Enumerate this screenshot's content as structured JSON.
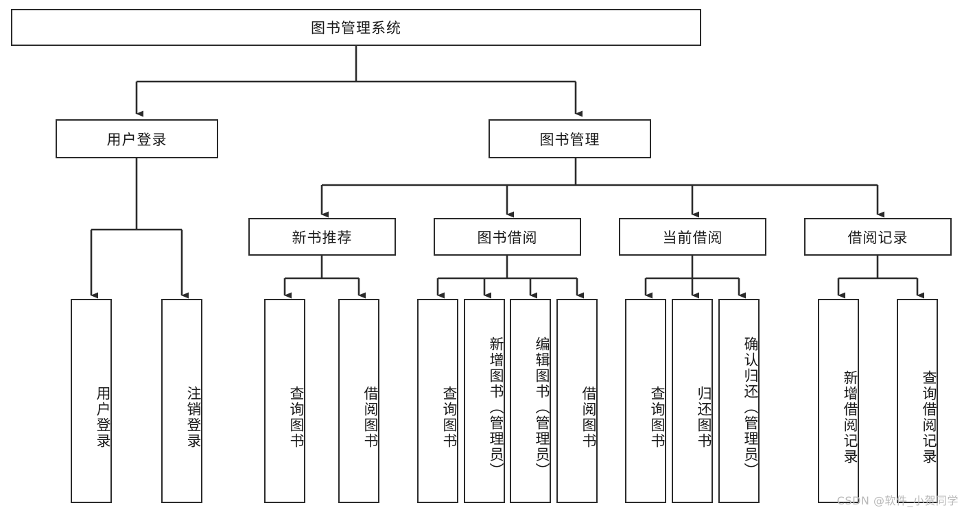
{
  "diagram": {
    "title": "图书管理系统",
    "root": {
      "label": "图书管理系统"
    },
    "level2": [
      {
        "label": "用户登录"
      },
      {
        "label": "图书管理"
      }
    ],
    "level3": [
      {
        "label": "新书推荐"
      },
      {
        "label": "图书借阅"
      },
      {
        "label": "当前借阅"
      },
      {
        "label": "借阅记录"
      }
    ],
    "leaves": {
      "user_login": [
        {
          "label": "用户登录"
        },
        {
          "label": "注销登录"
        }
      ],
      "new_book": [
        {
          "label": "查询图书"
        },
        {
          "label": "借阅图书"
        }
      ],
      "borrow_book": [
        {
          "label": "查询图书"
        },
        {
          "label": "新增图书（管理员）"
        },
        {
          "label": "编辑图书（管理员）"
        },
        {
          "label": "借阅图书"
        }
      ],
      "current_borrow": [
        {
          "label": "查询图书"
        },
        {
          "label": "归还图书"
        },
        {
          "label": "确认归还（管理员）"
        }
      ],
      "borrow_record": [
        {
          "label": "新增借阅记录"
        },
        {
          "label": "查询借阅记录"
        }
      ]
    }
  },
  "watermark": {
    "text": "CSDN @软件_小贺同学"
  },
  "colors": {
    "stroke": "#2b2b2b",
    "background": "#ffffff",
    "text": "#1a1a1a",
    "watermark": "#b9b9b9"
  }
}
